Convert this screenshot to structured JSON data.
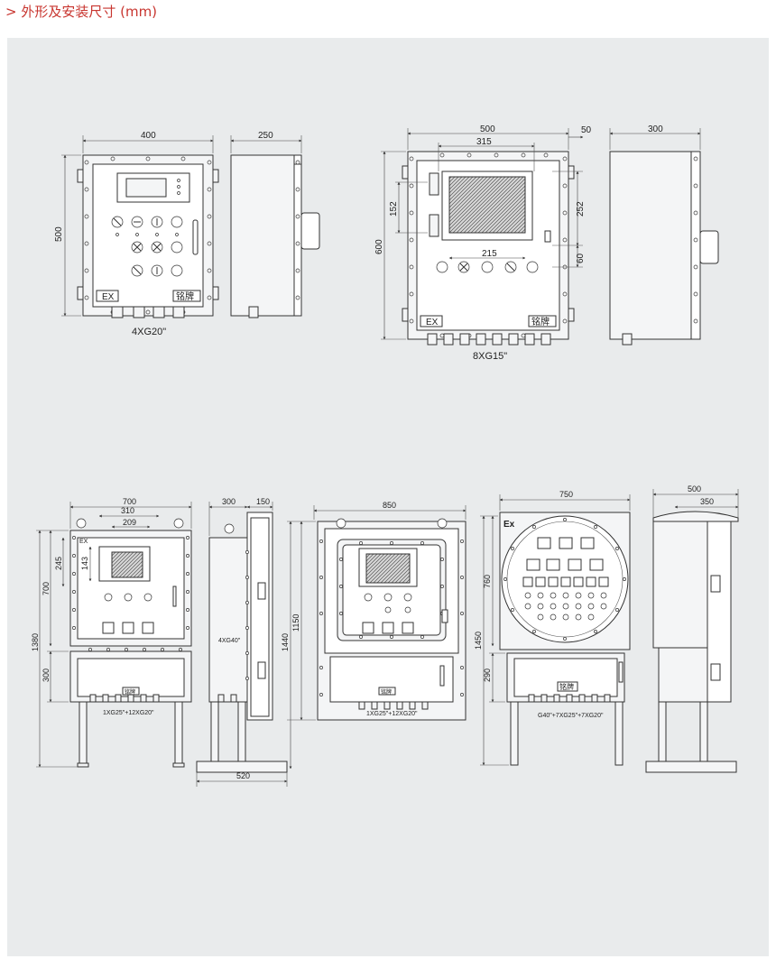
{
  "page": {
    "heading": "> 外形及安装尺寸 (mm)",
    "accent_color": "#c8352f",
    "panel_color": "#e9ebec"
  },
  "drawing_a": {
    "front": {
      "width_label": "400",
      "height_label": "500",
      "ex_label": "EX",
      "plate_label": "铭牌",
      "cable_label": "4XG20\""
    },
    "side": {
      "depth_label": "250"
    }
  },
  "drawing_b": {
    "front": {
      "width_label": "500",
      "inner_label": "315",
      "edge_label": "50",
      "h152_label": "152",
      "h252_label": "252",
      "h600_label": "600",
      "w215_label": "215",
      "h60_label": "60",
      "ex_label": "EX",
      "plate_label": "铭牌",
      "cable_label": "8XG15\""
    },
    "side": {
      "depth_label": "300"
    }
  },
  "drawing_c": {
    "front": {
      "w700": "700",
      "w310": "310",
      "w209": "209",
      "h245": "245",
      "h143": "143",
      "h700": "700",
      "h1380": "1380",
      "h300": "300",
      "ex_label": "EX",
      "plate_label": "铭牌",
      "cable_label": "1XG25\"+12XG20\""
    },
    "side": {
      "w300": "300",
      "w150": "150",
      "w520": "520",
      "cable_label": "4XG40\""
    }
  },
  "drawing_d": {
    "front": {
      "w850": "850",
      "h1150": "1150",
      "h1440": "1440",
      "plate_label": "铭牌",
      "cable_label": "1XG25\"+12XG20\""
    }
  },
  "drawing_e": {
    "front": {
      "w750": "750",
      "h760": "760",
      "h1450": "1450",
      "h290": "290",
      "ex_label": "Ex",
      "plate_label": "铭牌",
      "cable_label": "G40\"+7XG25\"+7XG20\""
    },
    "side": {
      "w500": "500",
      "w350": "350"
    }
  }
}
